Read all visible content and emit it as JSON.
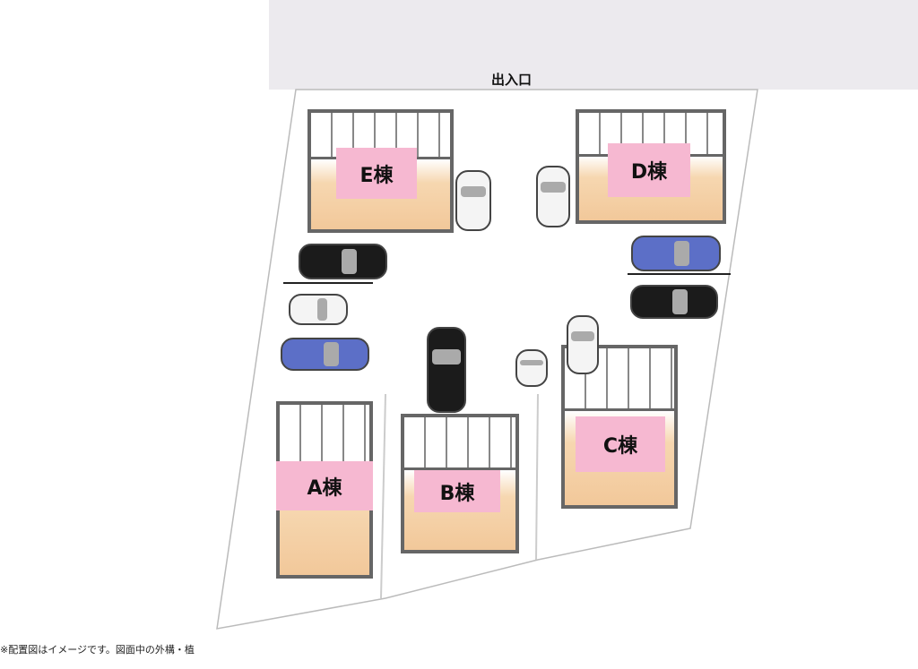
{
  "road": {
    "entrance_label": "出入口"
  },
  "houses": [
    {
      "id": "E",
      "label": "E棟"
    },
    {
      "id": "D",
      "label": "D棟"
    },
    {
      "id": "A",
      "label": "A棟"
    },
    {
      "id": "B",
      "label": "B棟"
    },
    {
      "id": "C",
      "label": "C棟"
    }
  ],
  "footnote": "※配置図はイメージです。図面中の外構・植",
  "colors": {
    "label_bg": "#f6b8d1",
    "road": "#eceaee",
    "floor": "#f2c89a"
  }
}
